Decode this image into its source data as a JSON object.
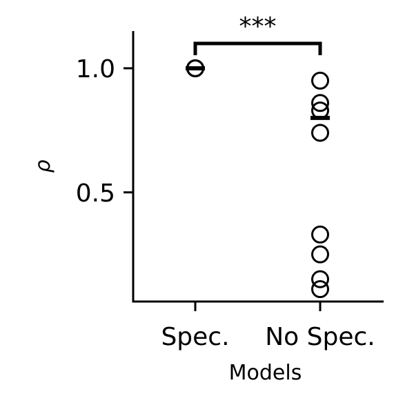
{
  "chart_data": {
    "type": "scatter",
    "xlabel": "Models",
    "ylabel": "ρ",
    "categories": [
      "Spec.",
      "No Spec."
    ],
    "ylim": [
      0.06,
      1.15
    ],
    "yticks": [
      0.5,
      1.0
    ],
    "ytick_labels": [
      "0.5",
      "1.0"
    ],
    "series": [
      {
        "category": "Spec.",
        "points": [
          1.0,
          1.0,
          1.0
        ],
        "mean": 1.0
      },
      {
        "category": "No Spec.",
        "points": [
          0.95,
          0.86,
          0.83,
          0.74,
          0.33,
          0.25,
          0.15,
          0.11
        ],
        "mean": 0.8
      }
    ],
    "annotations": [
      {
        "type": "significance-bracket",
        "between": [
          "Spec.",
          "No Spec."
        ],
        "label": "***"
      }
    ],
    "colors": {
      "marker_edge": "#000000",
      "axis": "#000000"
    }
  }
}
